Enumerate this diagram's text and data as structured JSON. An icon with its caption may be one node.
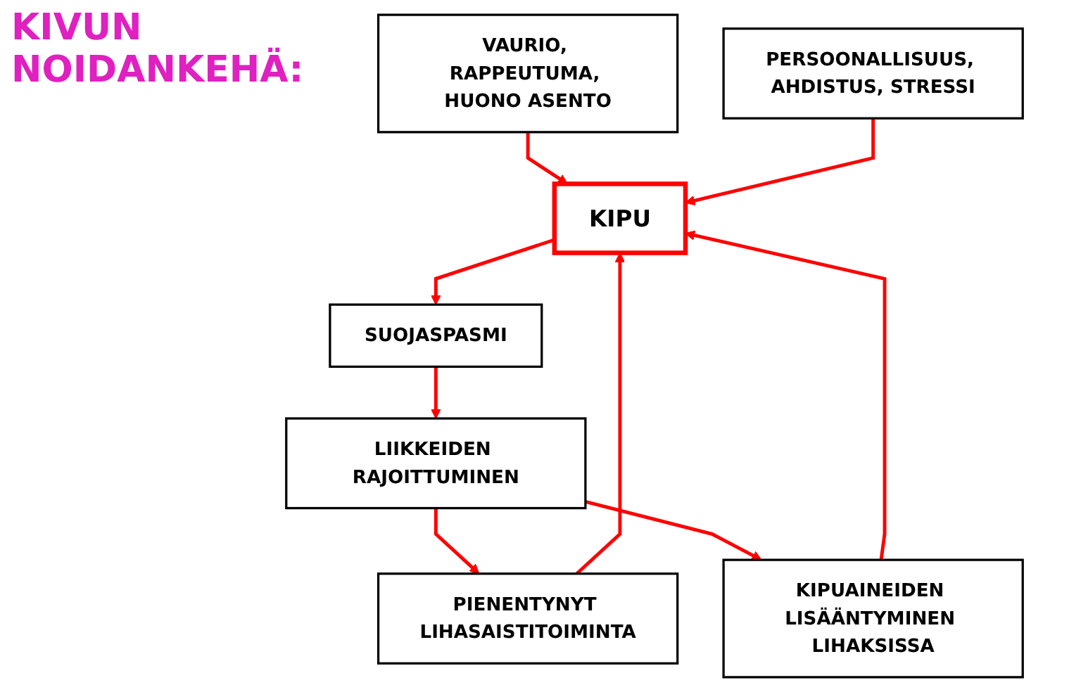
{
  "diagram": {
    "title": "KIVUN NOIDANKEHÄ:",
    "nodes": [
      {
        "text": [
          "VAURIO, RAPPEUTUMA, HUONO ASENTO"
        ]
      },
      {
        "text": [
          "PERSOONALLISUUS, AHDISTUS, STRESSI"
        ]
      },
      {
        "text": [
          "KIPU"
        ]
      },
      {
        "text": [
          "KIPUAINEIDEN LISÄÄNTYMINEN LIHAKSISSA"
        ]
      },
      {
        "text": [
          "PIENENTYNYT LIHASAISTITOIMINTA"
        ]
      },
      {
        "text": [
          "SUOJASPASMI"
        ]
      },
      {
        "text": [
          "LIIKKEIDEN RAJOITTUMINEN"
        ]
      }
    ],
    "edges": [
      {
        "from": 0,
        "to": 2,
        "arrow": "to"
      },
      {
        "from": 1,
        "to": 2,
        "arrow": "to"
      },
      {
        "from": 2,
        "to": 5,
        "arrow": "to"
      },
      {
        "from": 5,
        "to": 6,
        "arrow": "to"
      },
      {
        "from": 6,
        "to": 4,
        "arrow": "to"
      },
      {
        "from": 6,
        "to": 3,
        "arrow": "to"
      },
      {
        "from": 4,
        "to": 2,
        "arrow": "to"
      },
      {
        "from": 3,
        "to": 2,
        "arrow": "to"
      }
    ]
  }
}
